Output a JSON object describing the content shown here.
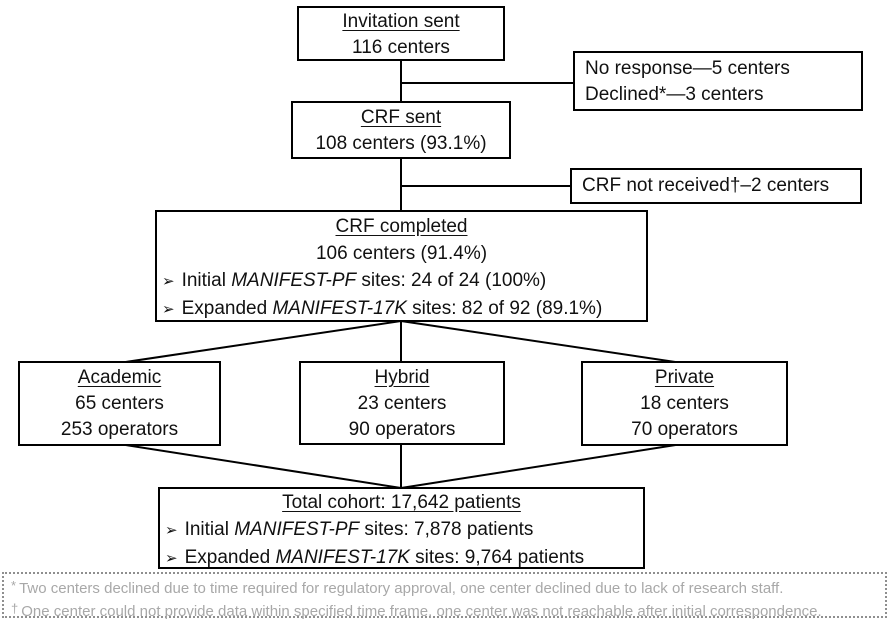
{
  "figure": {
    "type": "study-flow-diagram",
    "colors": {
      "line": "#000000",
      "box_border": "#000000",
      "text": "#111111",
      "footnote_text": "#a8a8a8"
    }
  },
  "boxes": {
    "invitation": {
      "title": "Invitation sent",
      "line2": "116 centers"
    },
    "no_response": {
      "line1": "No response—5 centers",
      "line2": "Declined*—3 centers"
    },
    "crf_sent": {
      "title": "CRF sent",
      "line2": "108 centers (93.1%)"
    },
    "crf_not_received": {
      "line1": "CRF not received†–2 centers"
    },
    "crf_completed": {
      "title": "CRF completed",
      "line2": "106 centers (91.4%)",
      "bullet_glyph": "➢",
      "bullets": [
        {
          "pre": "Initial ",
          "em": "MANIFEST-PF",
          "post": " sites: 24 of 24 (100%)"
        },
        {
          "pre": "Expanded ",
          "em": "MANIFEST-17K",
          "post": " sites: 82 of 92 (89.1%)"
        }
      ]
    },
    "academic": {
      "title": "Academic",
      "line2": "65 centers",
      "line3": "253 operators"
    },
    "hybrid": {
      "title": "Hybrid",
      "line2": "23 centers",
      "line3": "90 operators"
    },
    "private": {
      "title": "Private",
      "line2": "18 centers",
      "line3": "70 operators"
    },
    "total": {
      "title": "Total cohort: 17,642 patients",
      "bullet_glyph": "➢",
      "bullets": [
        {
          "pre": "Initial ",
          "em": "MANIFEST-PF",
          "post": " sites: 7,878 patients"
        },
        {
          "pre": "Expanded ",
          "em": "MANIFEST-17K",
          "post": " sites: 9,764 patients"
        }
      ]
    }
  },
  "footnotes": [
    {
      "marker": "*",
      "text": "Two centers declined due to time required for regulatory approval, one center declined due to lack of research staff."
    },
    {
      "marker": "†",
      "text": "One center could not provide data within specified time frame, one center was not reachable after initial correspondence."
    }
  ]
}
